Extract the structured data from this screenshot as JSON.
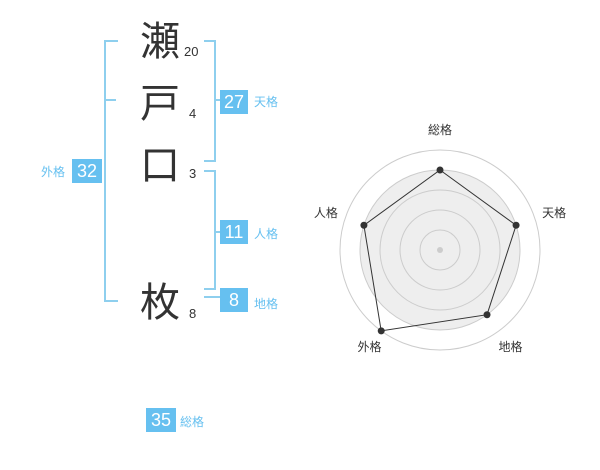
{
  "colors": {
    "accent": "#66c0f0",
    "bracket": "#8ecfee",
    "text": "#333333",
    "grid": "#cccccc",
    "fill": "#eeeeee"
  },
  "name": [
    {
      "char": "瀬",
      "strokes": "20"
    },
    {
      "char": "戸",
      "strokes": "4"
    },
    {
      "char": "口",
      "strokes": "3"
    },
    {
      "char": "枚",
      "strokes": "8"
    }
  ],
  "fortunes": {
    "tenkaku": {
      "value": "27",
      "label": "天格"
    },
    "jinkaku": {
      "value": "11",
      "label": "人格"
    },
    "chikaku": {
      "value": "8",
      "label": "地格"
    },
    "gaikaku": {
      "value": "32",
      "label": "外格"
    },
    "soukaku": {
      "value": "35",
      "label": "総格"
    }
  },
  "chart_data": {
    "type": "radar",
    "axes": [
      "総格",
      "天格",
      "地格",
      "外格",
      "人格"
    ],
    "values": [
      4,
      4,
      4,
      5,
      4
    ],
    "max": 5,
    "grid": true
  }
}
